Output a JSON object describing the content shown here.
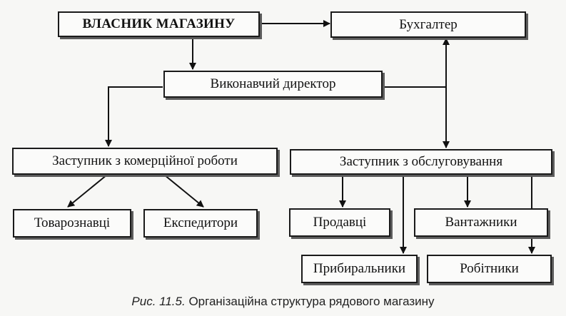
{
  "nodes": {
    "owner": "ВЛАСНИК МАГАЗИНУ",
    "accountant": "Бухгалтер",
    "director": "Виконавчий директор",
    "deputy_commercial": "Заступник з комерційної роботи",
    "deputy_service": "Заступник з обслуговування",
    "merchandisers": "Товарознавці",
    "forwarders": "Експедитори",
    "sellers": "Продавці",
    "loaders": "Вантажники",
    "cleaners": "Прибиральники",
    "workers": "Робітники"
  },
  "caption": {
    "figure": "Рис. 11.5.",
    "text": "Організаційна структура рядового магазину"
  }
}
